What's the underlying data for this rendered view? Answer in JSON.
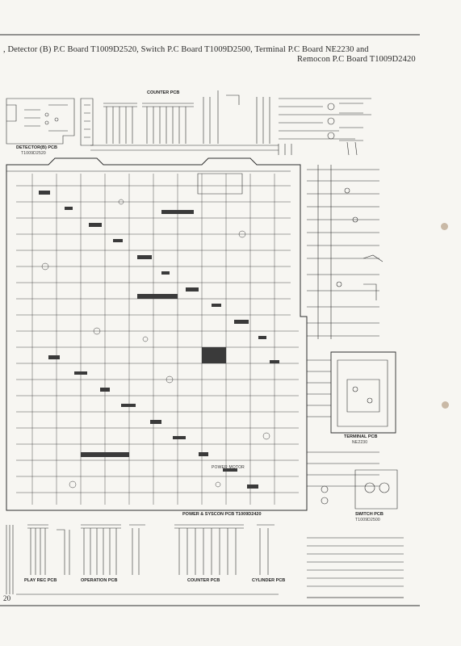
{
  "header": {
    "line1": ", Detector (B) P.C Board T1009D2520, Switch P.C Board T1009D2500, Terminal P.C Board NE2230 and",
    "line2": "Remocon P.C Board T1009D2420"
  },
  "labels": {
    "detector_pcb": "DETECTOR(B) PCB",
    "detector_pcb_no": "T1009D2520",
    "power_syscon_pcb": "POWER & SYSCON PCB T1009D2420",
    "terminal_pcb": "TERMINAL PCB",
    "terminal_pcb_no": "NE2230",
    "switch_pcb": "SWITCH PCB",
    "switch_pcb_no": "T1009D2500",
    "counter_pcb": "COUNTER PCB",
    "counter_pcb_bottom": "COUNTER PCB",
    "operation_pcb": "OPERATION PCB",
    "play_rec_pcb": "PLAY REC PCB",
    "cylinder_pcb": "CYLINDER PCB",
    "power_motor": "POWER MOTOR",
    "page_fragment": "20"
  },
  "colors": {
    "paper": "#f7f6f2",
    "ink": "#2a2a2a",
    "punch_hole": "#c9b9a6"
  }
}
